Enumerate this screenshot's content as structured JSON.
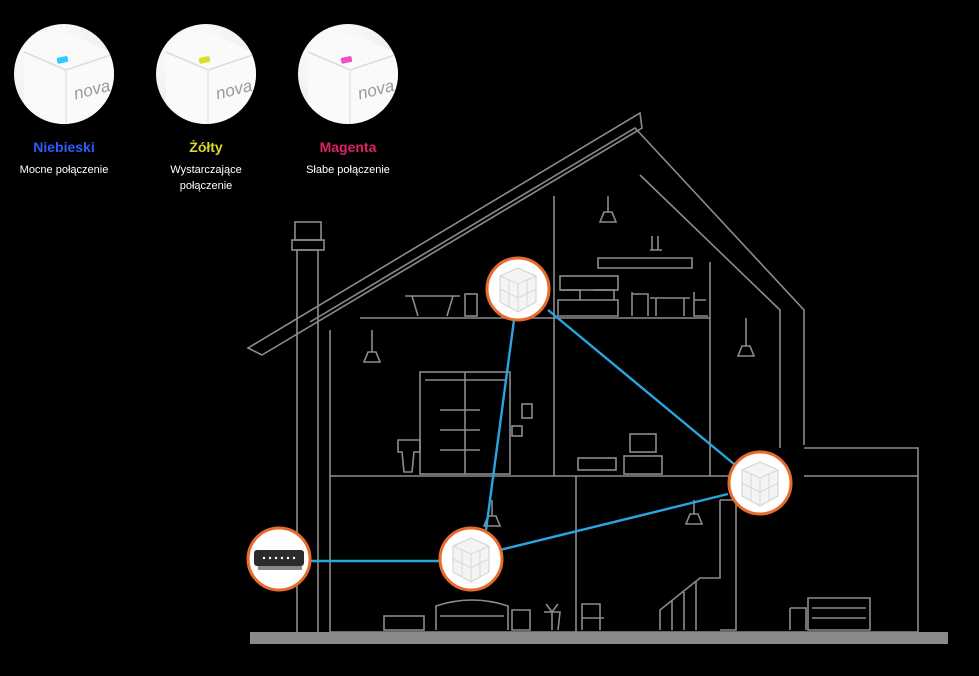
{
  "legend": [
    {
      "name": "Niebieski",
      "description": "Mocne połączenie",
      "color": "#2f5bff",
      "led": "#33c8ff",
      "logo": "nova"
    },
    {
      "name": "Żółty",
      "description": "Wystarczające połączenie",
      "color": "#d9d92a",
      "led": "#d6e02e",
      "logo": "nova"
    },
    {
      "name": "Magenta",
      "description": "Słabe połączenie",
      "color": "#e0226a",
      "led": "#f050c8",
      "logo": "nova"
    }
  ],
  "colors": {
    "background": "#000000",
    "house_lines": "#8c8c8c",
    "connection": "#2aa5e0",
    "node_ring": "#e86a2c"
  },
  "nodes": [
    {
      "name": "router",
      "icon": "router-icon"
    },
    {
      "name": "node-attic",
      "icon": "mesh-cube-icon"
    },
    {
      "name": "node-ground",
      "icon": "mesh-cube-icon"
    },
    {
      "name": "node-right",
      "icon": "mesh-cube-icon"
    }
  ]
}
